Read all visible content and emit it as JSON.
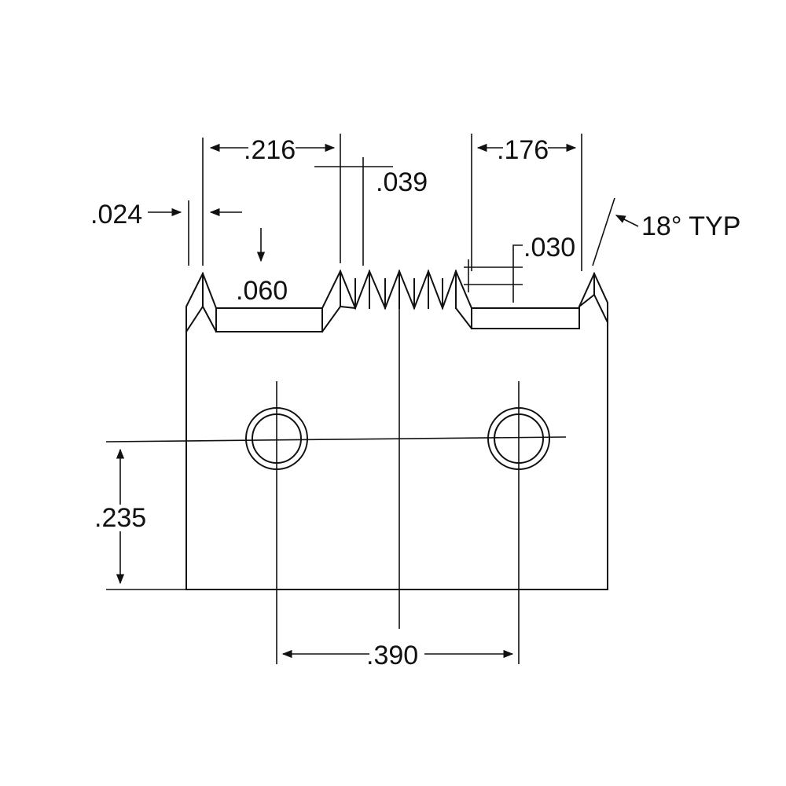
{
  "dimensions": {
    "overall_slot_width": ".216",
    "pitch": ".039",
    "edge_offset": ".024",
    "slot_depth": ".060",
    "right_slot_width": ".176",
    "tooth_depth": ".030",
    "angle": "18° TYP",
    "hole_height": ".235",
    "hole_spacing": ".390"
  },
  "colors": {
    "line": "#111111",
    "background": "#ffffff"
  }
}
